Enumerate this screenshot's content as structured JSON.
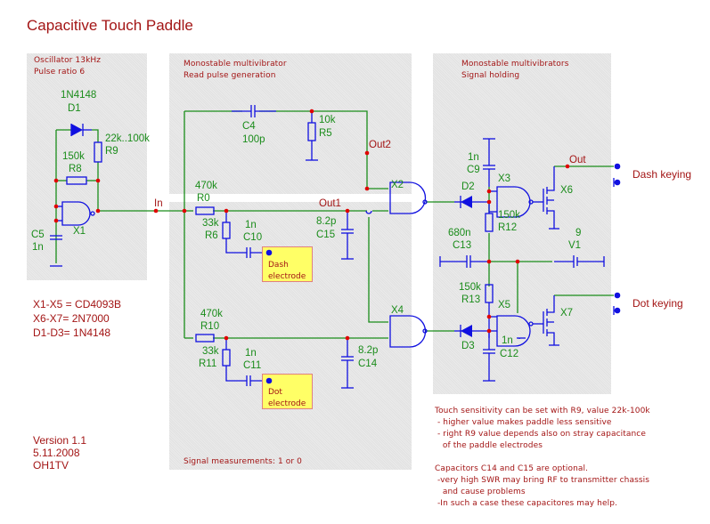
{
  "title": "Capacitive Touch Paddle",
  "panels": {
    "oscillator": {
      "line1": "Oscillator 13kHz",
      "line2": "Pulse ratio 6"
    },
    "monostable_read": {
      "line1": "Monostable multivibrator",
      "line2": "Read pulse generation",
      "footer": "Signal measurements: 1 or 0"
    },
    "monostable_hold": {
      "line1": "Monostable multivibrators",
      "line2": "Signal holding"
    }
  },
  "components": {
    "D1": {
      "name": "D1",
      "value": "1N4148"
    },
    "R9": {
      "name": "R9",
      "value": "22k..100k"
    },
    "R8": {
      "name": "R8",
      "value": "150k"
    },
    "X1": {
      "name": "X1"
    },
    "C5": {
      "name": "C5",
      "value": "1n"
    },
    "C4": {
      "name": "C4",
      "value": "100p"
    },
    "R5": {
      "name": "R5",
      "value": "10k"
    },
    "R0": {
      "name": "R0",
      "value": "470k"
    },
    "R6": {
      "name": "R6",
      "value": "33k"
    },
    "C10": {
      "name": "C10",
      "value": "1n"
    },
    "C15": {
      "name": "C15",
      "value": "8.2p"
    },
    "X2": {
      "name": "X2"
    },
    "X4": {
      "name": "X4"
    },
    "R10": {
      "name": "R10",
      "value": "470k"
    },
    "R11": {
      "name": "R11",
      "value": "33k"
    },
    "C11": {
      "name": "C11",
      "value": "1n"
    },
    "C14": {
      "name": "C14",
      "value": "8.2p"
    },
    "C9": {
      "name": "C9",
      "value": "1n"
    },
    "D2": {
      "name": "D2"
    },
    "X3": {
      "name": "X3"
    },
    "X6": {
      "name": "X6"
    },
    "R12": {
      "name": "R12",
      "value": "150k"
    },
    "C13": {
      "name": "C13",
      "value": "680n"
    },
    "V1": {
      "name": "V1",
      "value": "9"
    },
    "R13": {
      "name": "R13",
      "value": "150k"
    },
    "X5": {
      "name": "X5"
    },
    "X7": {
      "name": "X7"
    },
    "D3": {
      "name": "D3"
    },
    "C12": {
      "name": "C12",
      "value": "1n"
    }
  },
  "nets": {
    "in": "In",
    "out1": "Out1",
    "out2": "Out2",
    "out": "Out"
  },
  "electrodes": {
    "dash": {
      "line1": "Dash",
      "line2": "electrode"
    },
    "dot": {
      "line1": "Dot",
      "line2": "electrode"
    }
  },
  "outputs": {
    "dash": "Dash keying",
    "dot": "Dot keying"
  },
  "parts_list": [
    "X1-X5 = CD4093B",
    "X6-X7= 2N7000",
    "D1-D3= 1N4148"
  ],
  "version": [
    "Version 1.1",
    "5.11.2008",
    "OH1TV"
  ],
  "notes": {
    "sensitivity": [
      "Touch sensitivity can be set with R9, value 22k-100k",
      " - higher value makes paddle less sensitive",
      " - right R9 value depends also on stray capacitance",
      "   of the paddle electrodes"
    ],
    "capacitors": [
      "Capacitors C14 and C15 are optional.",
      " -very high SWR may bring RF to transmitter chassis",
      "   and cause problems",
      " -In such a case these capacitores may help."
    ]
  },
  "colors": {
    "wire": "#1a8c1a",
    "component": "#1010e0",
    "node": "#e00000",
    "label": "#a31515",
    "panel": "#e1e1e1",
    "electrode": "#ffff66"
  }
}
